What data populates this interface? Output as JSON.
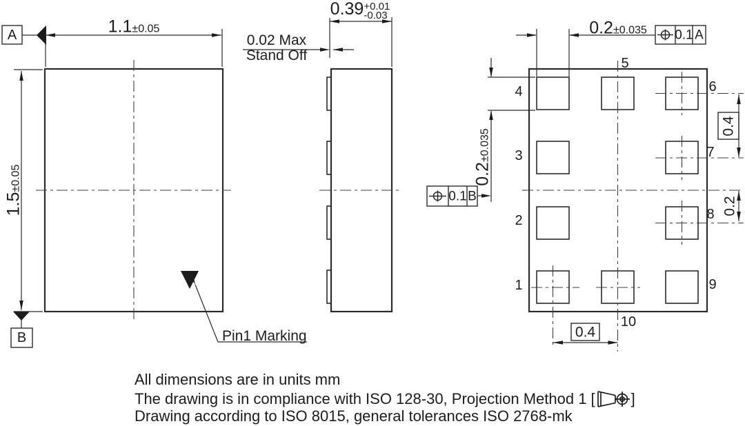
{
  "front_view": {
    "width_dim": "1.1",
    "width_tol": "±0.05",
    "height_dim": "1.5",
    "height_tol": "±0.05",
    "datum_a": "A",
    "datum_b": "B",
    "pin1_label": "Pin1 Marking"
  },
  "side_view": {
    "width_dim": "0.39",
    "width_tol_plus": "+0.01",
    "width_tol_minus": "-0.03",
    "standoff_line1": "0.02 Max",
    "standoff_line2": "Stand Off"
  },
  "bottom_view": {
    "pad_width_dim": "0.2",
    "pad_width_tol": "±0.035",
    "pad_height_dim": "0.2",
    "pad_height_tol": "±0.035",
    "fcf_a_tol": "0.1",
    "fcf_a_datum": "A",
    "fcf_b_tol": "0.1",
    "fcf_b_datum": "B",
    "pitch_right": "0.4",
    "offset_right": "0.2",
    "pitch_bottom": "0.4",
    "pins": [
      "1",
      "2",
      "3",
      "4",
      "5",
      "6",
      "7",
      "8",
      "9",
      "10"
    ]
  },
  "notes": {
    "line1": "All dimensions are in units mm",
    "line2_prefix": "The drawing is in compliance with ISO 128-30, Projection Method 1 [",
    "line2_suffix": "]",
    "line3": "Drawing according to ISO 8015, general tolerances ISO 2768-mk"
  }
}
